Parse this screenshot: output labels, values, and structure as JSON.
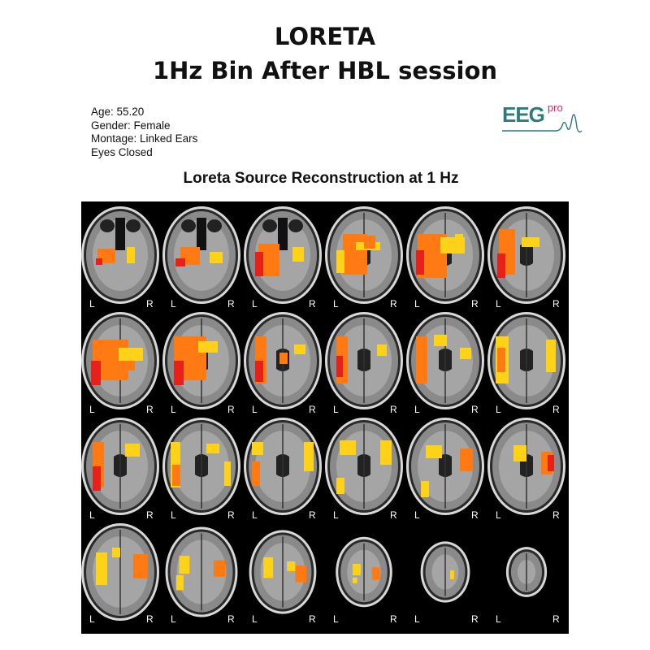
{
  "title_line1": "LORETA",
  "title_line2": "1Hz Bin After HBL session",
  "patient": {
    "age": "Age: 55.20",
    "gender": "Gender: Female",
    "montage": "Montage: Linked Ears",
    "condition": "Eyes Closed"
  },
  "logo": {
    "text": "EEG",
    "superscript": "pro"
  },
  "figure_title": "Loreta Source Reconstruction at 1 Hz",
  "orientation_labels": {
    "left": "L",
    "right": "R"
  },
  "colors": {
    "red": "#e8201a",
    "orange": "#ff7a12",
    "yellow": "#ffd21a",
    "background": "#000000"
  },
  "grid": {
    "rows": 4,
    "columns": 6
  }
}
